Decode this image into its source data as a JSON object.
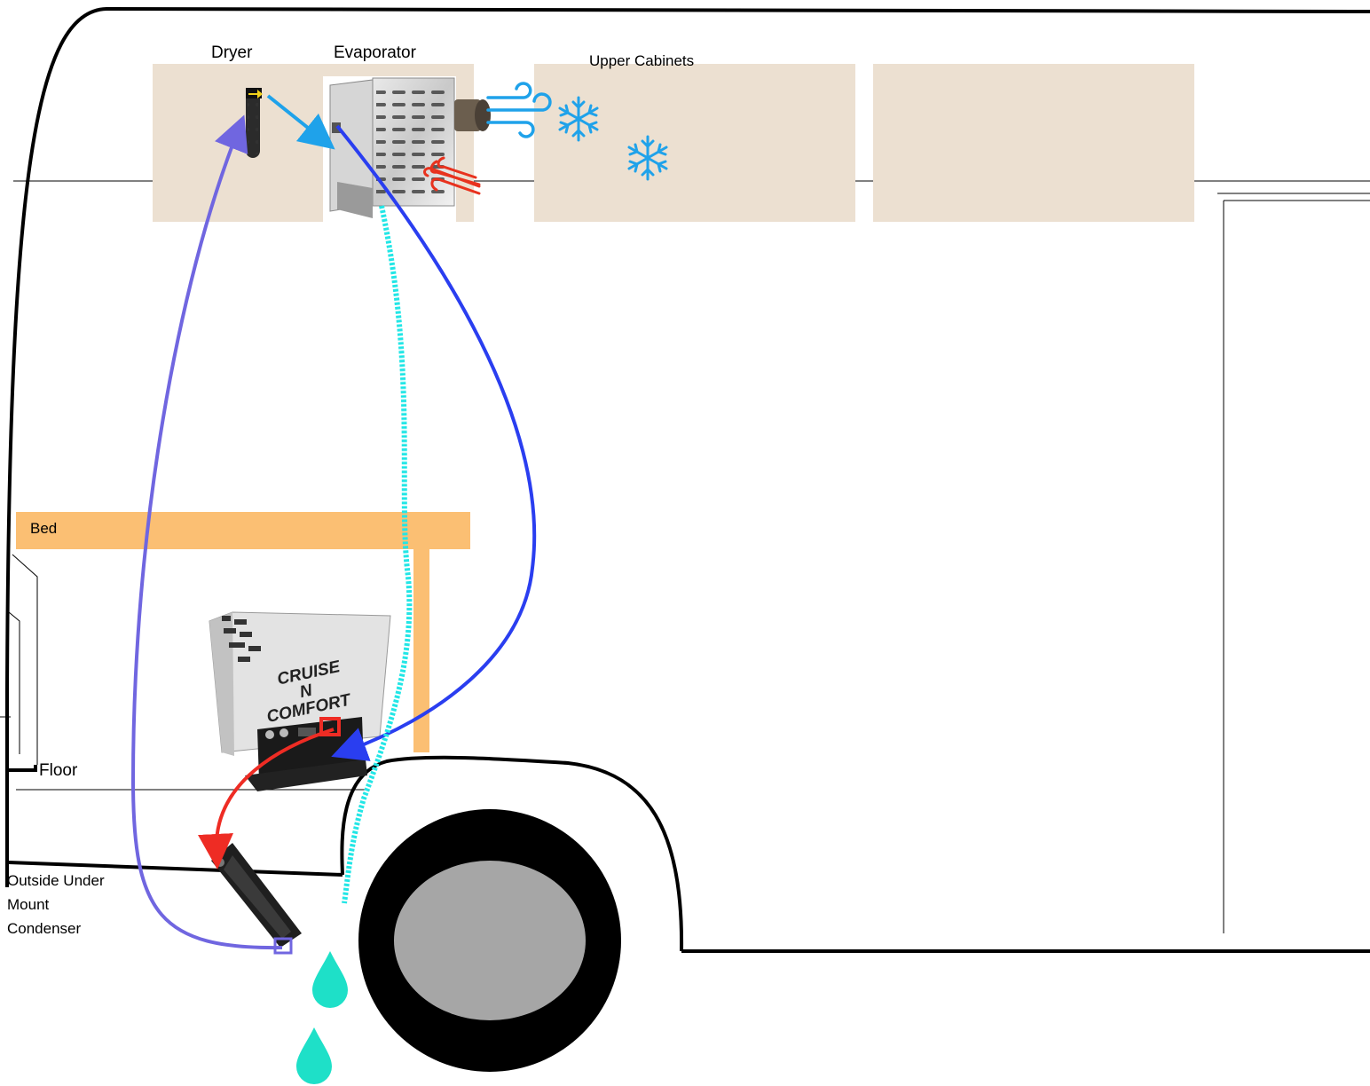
{
  "labels": {
    "dryer": "Dryer",
    "evaporator": "Evaporator",
    "upper_cabinets": "Upper Cabinets",
    "bed": "Bed",
    "floor": "Floor",
    "condenser_line1": "Outside Under",
    "condenser_line2": "Mount",
    "condenser_line3": "Condenser"
  },
  "unit_branding": {
    "line1": "CRUISE",
    "line2": "N",
    "line3": "COMFORT"
  },
  "colors": {
    "cabinet": "#ece0d1",
    "bed": "#fbbf73",
    "dryer_line": "#7066e0",
    "return_line": "#2a3ef0",
    "hot_line": "#ee2c24",
    "drain_line": "#22e6e6",
    "drip": "#1ee0c8",
    "cold_air": "#1fa2ea",
    "heat": "#e8321e",
    "tire": "#000000",
    "wheel_hub": "#a6a6a6"
  },
  "icons": [
    "snowflake-icon",
    "air-flow-icon",
    "heat-waves-icon",
    "water-drop-icon"
  ]
}
